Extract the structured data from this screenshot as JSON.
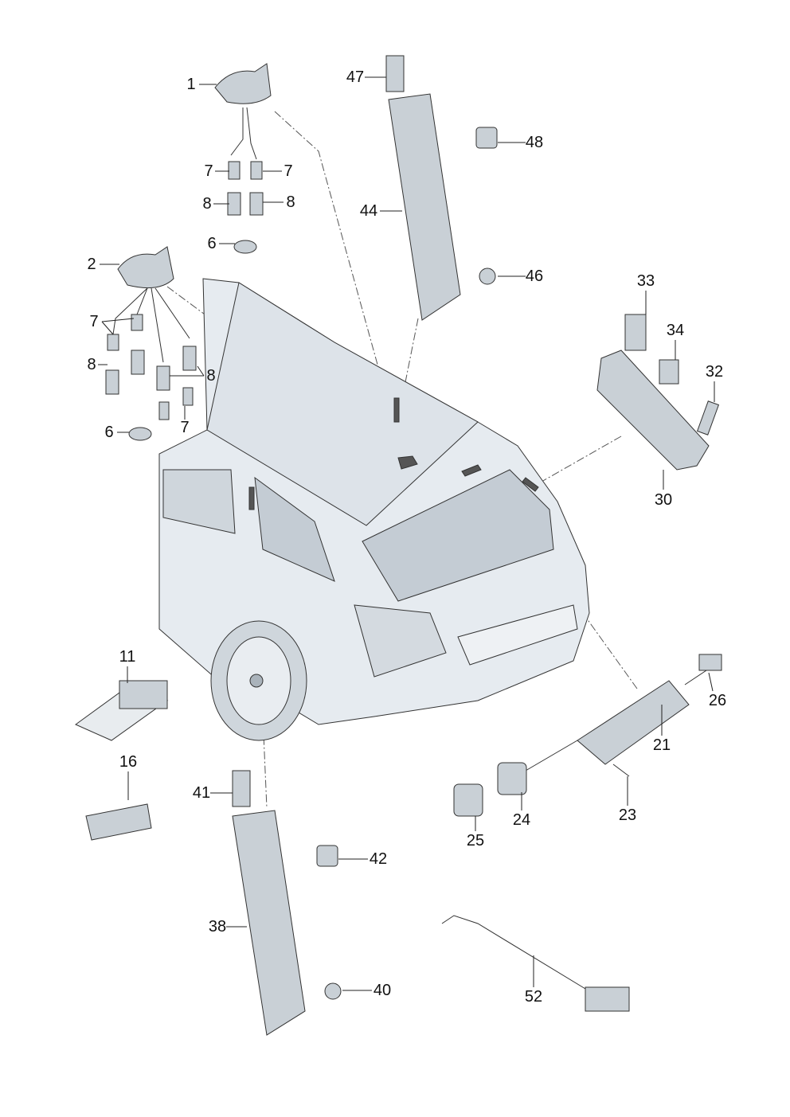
{
  "diagram": {
    "title": "Antenna parts exploded view",
    "callouts": {
      "p1": "1",
      "p2": "2",
      "p6a": "6",
      "p6b": "6",
      "p7a": "7",
      "p7b": "7",
      "p7c": "7",
      "p7d": "7",
      "p8a": "8",
      "p8b": "8",
      "p8c": "8",
      "p8d": "8",
      "p11": "11",
      "p16": "16",
      "p21": "21",
      "p23": "23",
      "p24": "24",
      "p25": "25",
      "p26": "26",
      "p30": "30",
      "p32": "32",
      "p33": "33",
      "p34": "34",
      "p38": "38",
      "p40": "40",
      "p41": "41",
      "p42": "42",
      "p44": "44",
      "p46": "46",
      "p47": "47",
      "p48": "48",
      "p52": "52"
    },
    "colors": {
      "part": "#c9d0d6",
      "part_dark": "#8d969e",
      "car": "#e6ebf0",
      "glass": "#c4ccd4",
      "line": "#222222"
    }
  }
}
